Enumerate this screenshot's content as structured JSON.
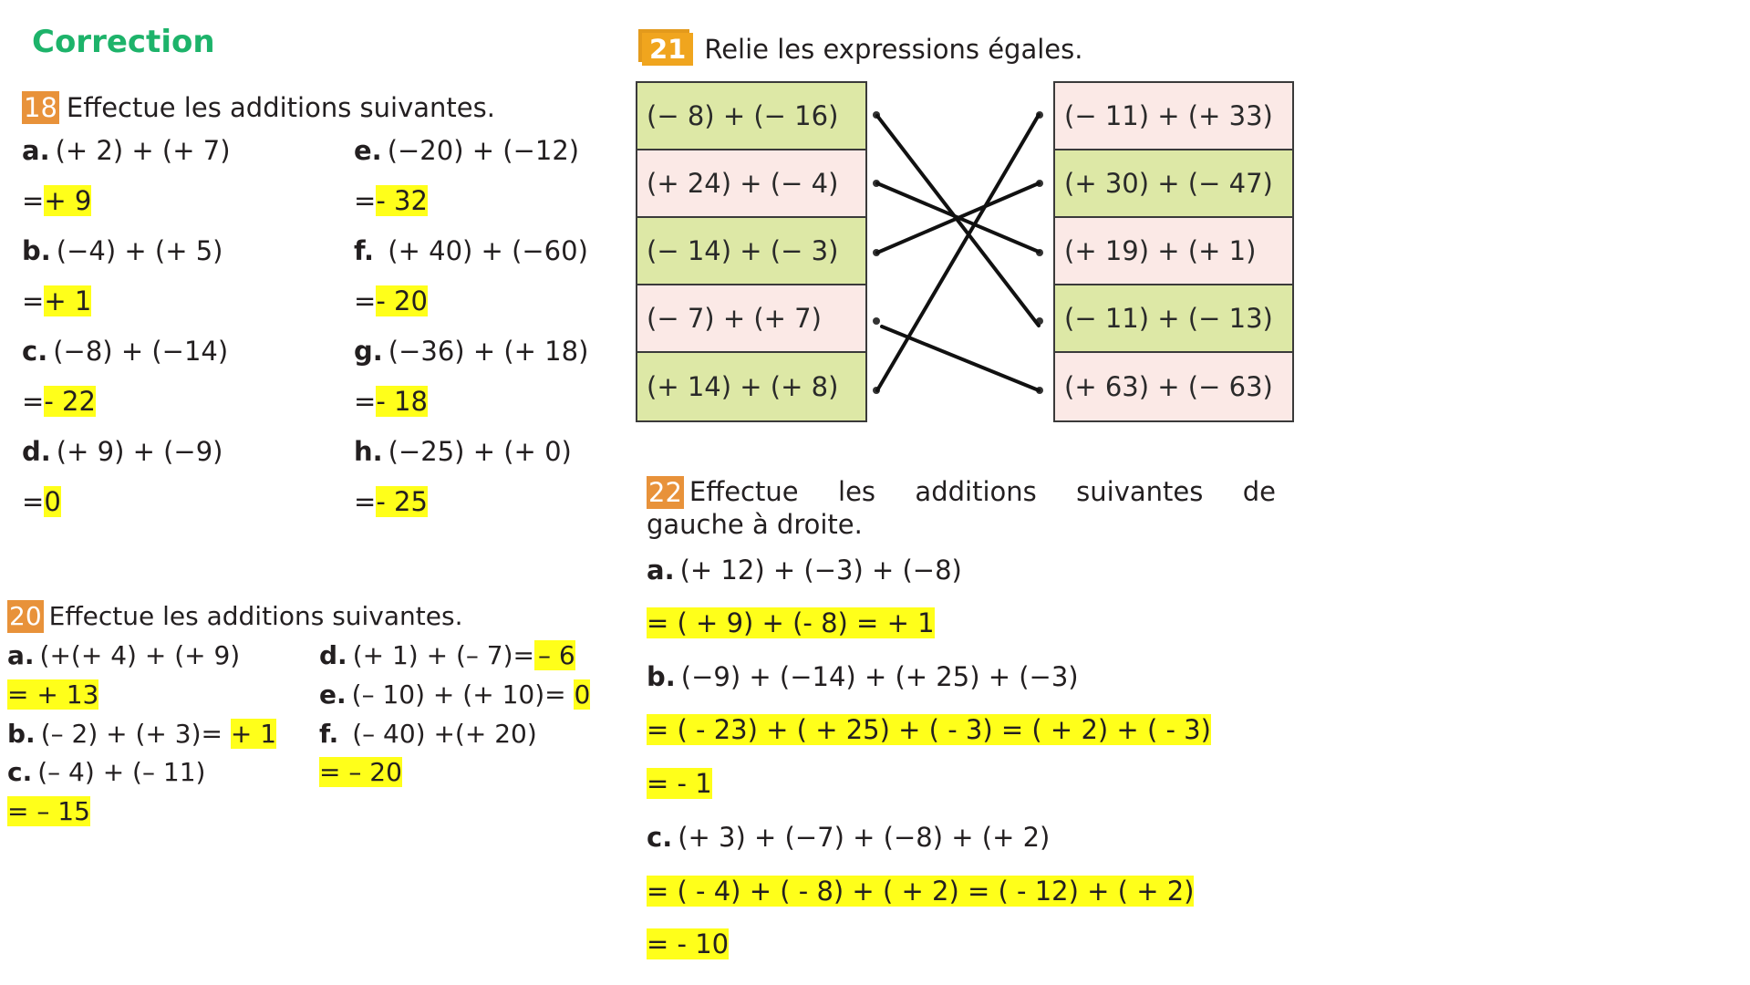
{
  "title": "Correction",
  "colors": {
    "title": "#1db36a",
    "exercise_badge": "#e8923a",
    "exercise_badge_21": "#f0a51e",
    "highlight": "#ffff1a",
    "cell_green": "#dde8a6",
    "cell_pink": "#fbe9e6"
  },
  "ex18": {
    "number": "18",
    "instruction": "Effectue les additions suivantes.",
    "items": [
      {
        "label": "a.",
        "expr": "(+ 2) + (+ 7)",
        "eq": "=",
        "answer": "+ 9"
      },
      {
        "label": "b.",
        "expr": "(−4) + (+ 5)",
        "eq": "=",
        "answer": "+ 1"
      },
      {
        "label": "c.",
        "expr": "(−8) + (−14)",
        "eq": "=",
        "answer": "- 22"
      },
      {
        "label": "d.",
        "expr": "(+ 9) + (−9)",
        "eq": "=",
        "answer": "0"
      },
      {
        "label": "e.",
        "expr": "(−20) + (−12)",
        "eq": "=",
        "answer": "- 32"
      },
      {
        "label": "f.",
        "expr": " (+ 40) + (−60)",
        "eq": "=",
        "answer": "- 20"
      },
      {
        "label": "g.",
        "expr": "(−36) + (+ 18)",
        "eq": "=",
        "answer": "- 18"
      },
      {
        "label": "h.",
        "expr": "(−25) + (+ 0)",
        "eq": "=",
        "answer": "- 25"
      }
    ]
  },
  "ex20": {
    "number": "20",
    "instruction": "Effectue les additions suivantes.",
    "items": [
      {
        "label": "a.",
        "expr": "(+(+ 4) + (+ 9)",
        "answer": "= + 13"
      },
      {
        "label": "b.",
        "expr": "(– 2) + (+ 3)=",
        "answer": "+ 1"
      },
      {
        "label": "c.",
        "expr": "(– 4) + (– 11)",
        "answer": "= – 15"
      },
      {
        "label": "d.",
        "expr": "(+ 1) + (– 7)=",
        "answer": "– 6"
      },
      {
        "label": "e.",
        "expr": "(– 10) + (+ 10)=",
        "answer": "0"
      },
      {
        "label": "f.",
        "expr": " (– 40) +(+ 20)",
        "answer": "= – 20"
      }
    ]
  },
  "ex21": {
    "number": "21",
    "instruction": "Relie les expressions égales.",
    "left": [
      {
        "expr": "(− 8) + (− 16)",
        "color": "green"
      },
      {
        "expr": "(+ 24) + (− 4)",
        "color": "pink"
      },
      {
        "expr": "(− 14) + (− 3)",
        "color": "green"
      },
      {
        "expr": "(− 7) + (+ 7)",
        "color": "pink"
      },
      {
        "expr": "(+ 14) + (+ 8)",
        "color": "green"
      }
    ],
    "right": [
      {
        "expr": "(− 11) + (+ 33)",
        "color": "pink"
      },
      {
        "expr": "(+ 30) + (− 47)",
        "color": "green"
      },
      {
        "expr": "(+ 19) + (+ 1)",
        "color": "pink"
      },
      {
        "expr": "(− 11) + (− 13)",
        "color": "green"
      },
      {
        "expr": "(+ 63) + (− 63)",
        "color": "pink"
      }
    ],
    "links": [
      [
        0,
        3
      ],
      [
        1,
        2
      ],
      [
        2,
        1
      ],
      [
        3,
        4
      ],
      [
        4,
        0
      ]
    ]
  },
  "ex22": {
    "number": "22",
    "instruction_line1": "Effectue les additions suivantes de",
    "instruction_line2": "gauche à droite.",
    "items": [
      {
        "label": "a.",
        "expr": "(+ 12) + (−3) + (−8)",
        "steps": [
          "= ( + 9) + (- 8) = + 1"
        ]
      },
      {
        "label": "b.",
        "expr": "(−9) + (−14) + (+ 25) + (−3)",
        "steps": [
          "= ( - 23) + ( + 25) + ( - 3) = ( + 2) + ( - 3)",
          "= - 1"
        ]
      },
      {
        "label": "c.",
        "expr": "(+ 3) + (−7) + (−8) + (+ 2)",
        "steps": [
          "= ( - 4) + ( - 8) + ( + 2) = ( - 12) + ( + 2)",
          "= - 10"
        ]
      }
    ]
  }
}
